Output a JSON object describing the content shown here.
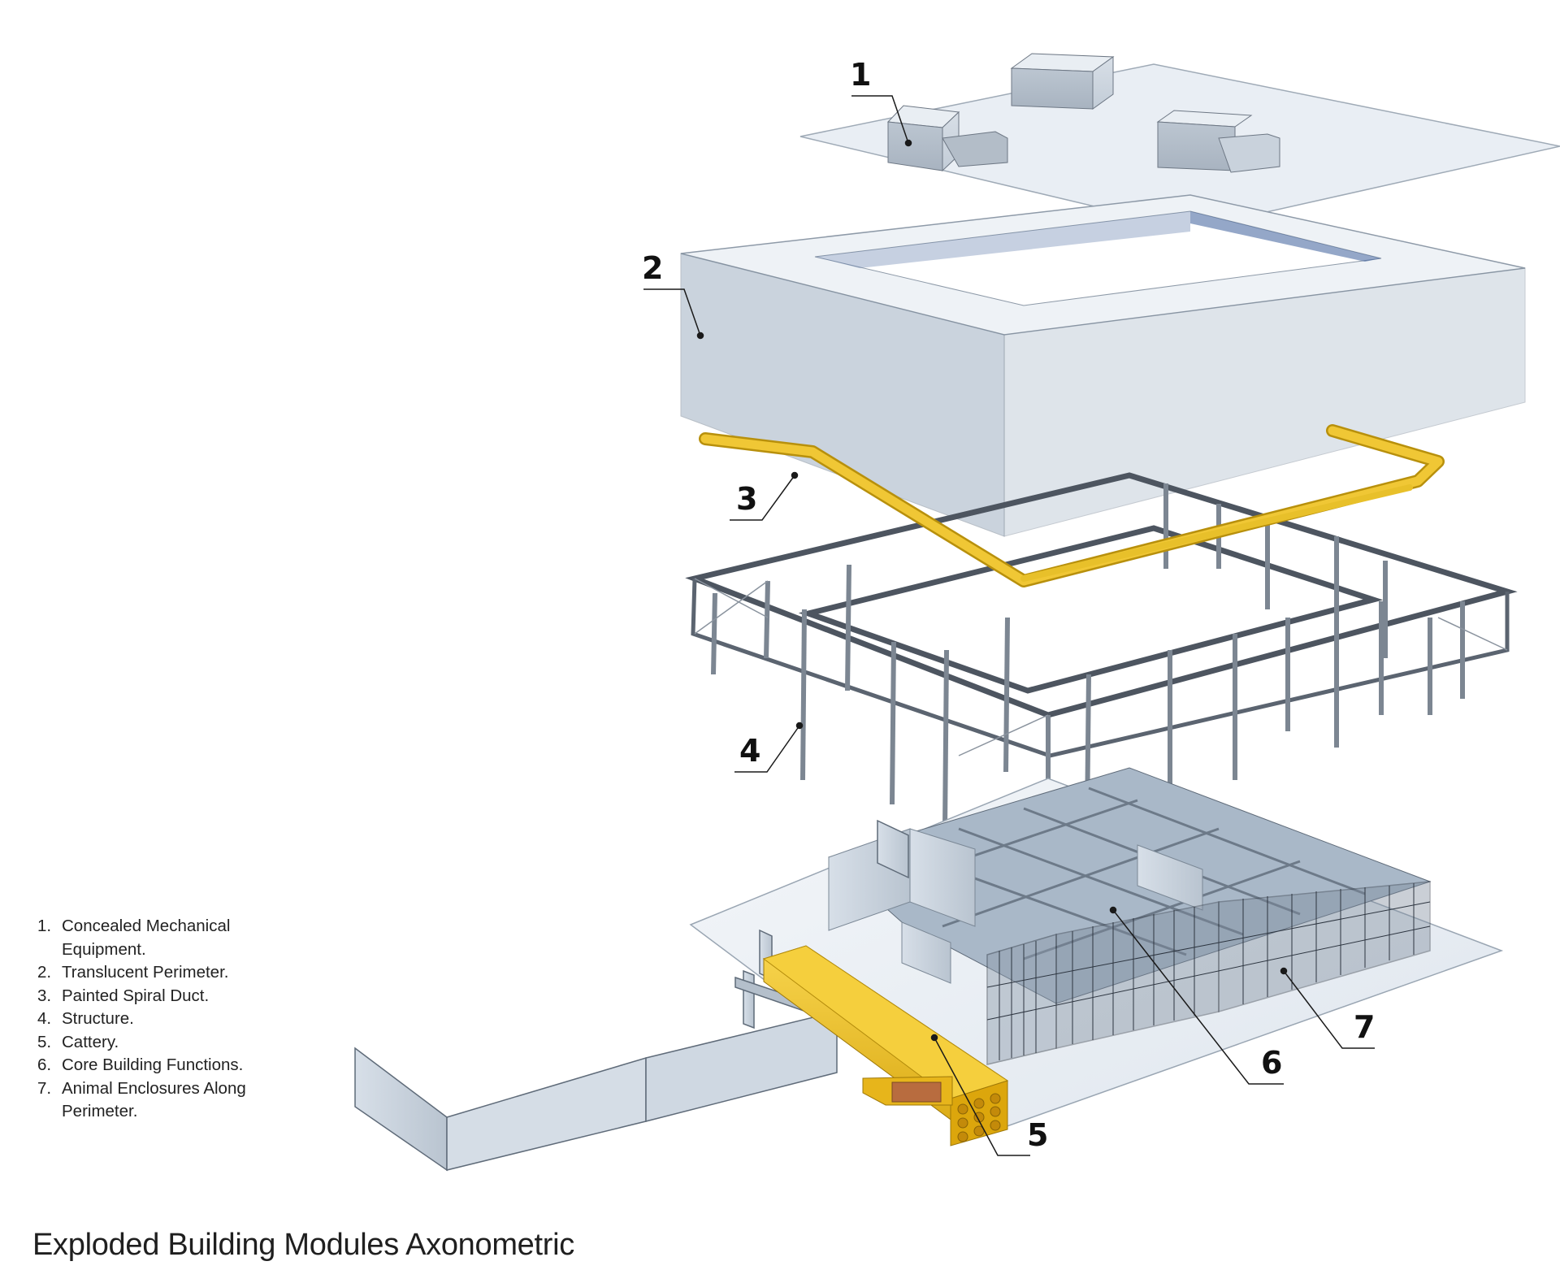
{
  "caption": "Exploded Building Modules Axonometric",
  "callouts": [
    {
      "id": "1",
      "label": "1"
    },
    {
      "id": "2",
      "label": "2"
    },
    {
      "id": "3",
      "label": "3"
    },
    {
      "id": "4",
      "label": "4"
    },
    {
      "id": "5",
      "label": "5"
    },
    {
      "id": "6",
      "label": "6"
    },
    {
      "id": "7",
      "label": "7"
    }
  ],
  "legend": [
    {
      "num": "1.",
      "text": "Concealed Mechanical Equipment."
    },
    {
      "num": "2.",
      "text": "Translucent Perimeter."
    },
    {
      "num": "3.",
      "text": "Painted Spiral Duct."
    },
    {
      "num": "4.",
      "text": "Structure."
    },
    {
      "num": "5.",
      "text": "Cattery."
    },
    {
      "num": "6.",
      "text": "Core Building Functions."
    },
    {
      "num": "7.",
      "text": "Animal Enclosures Along Perimeter."
    }
  ],
  "colors": {
    "duct": "#e8c02a",
    "cattery": "#f0c419",
    "translucent": "#c7d2de",
    "structure": "#5b6470",
    "walls": "#c9d3de",
    "slab": "#eef2f6"
  }
}
